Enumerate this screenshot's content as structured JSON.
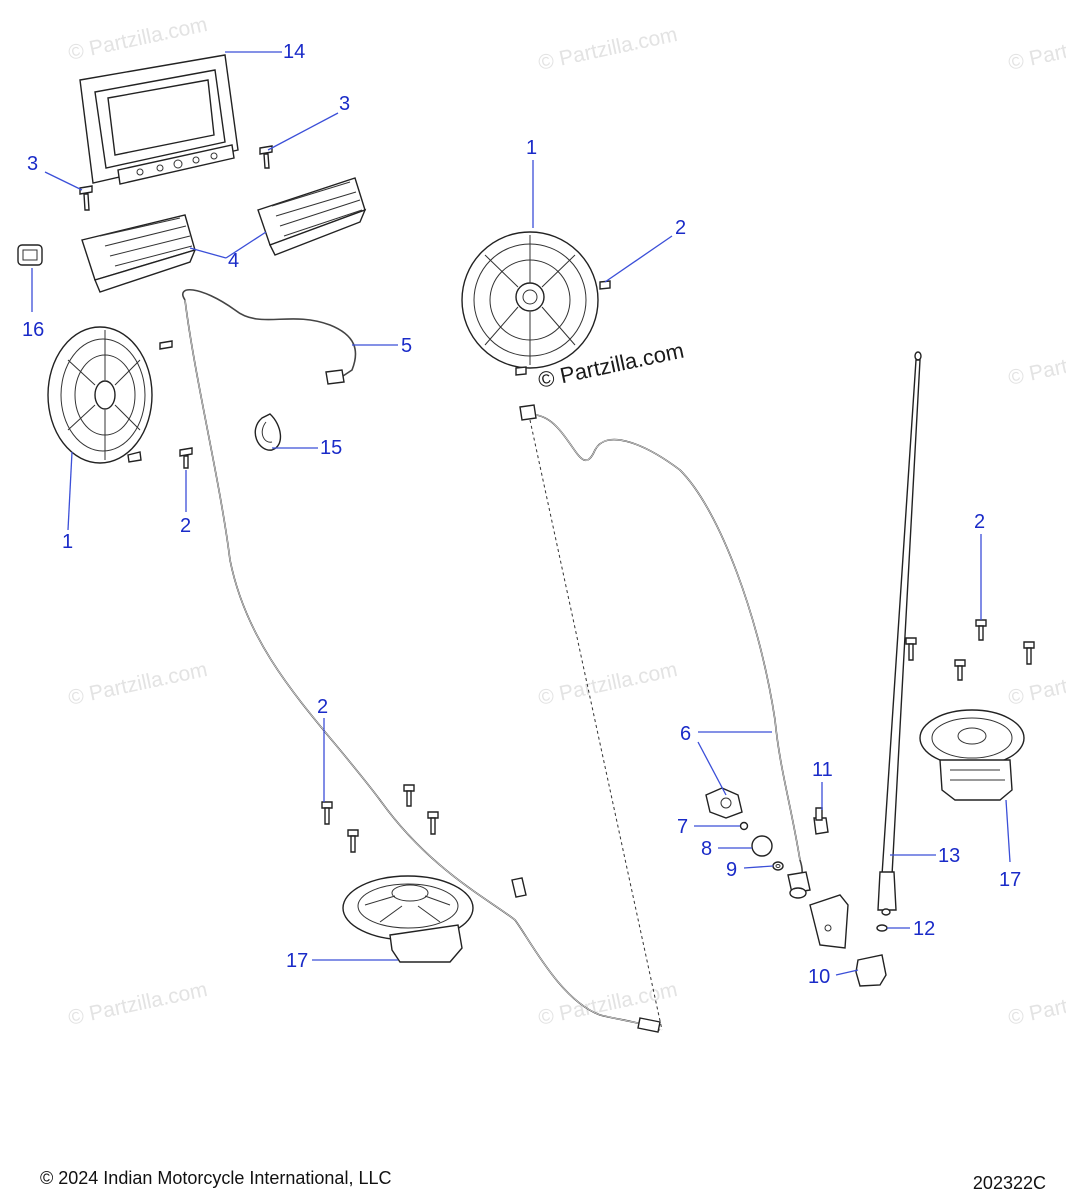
{
  "watermark": {
    "text": "© Partzilla.com"
  },
  "callouts": {
    "c1a": "1",
    "c1b": "1",
    "c2a": "2",
    "c2b": "2",
    "c2c": "2",
    "c2d": "2",
    "c3a": "3",
    "c3b": "3",
    "c4": "4",
    "c5": "5",
    "c6": "6",
    "c7": "7",
    "c8": "8",
    "c9": "9",
    "c10": "10",
    "c11": "11",
    "c12": "12",
    "c13": "13",
    "c14": "14",
    "c15": "15",
    "c16": "16",
    "c17a": "17",
    "c17b": "17"
  },
  "footer": {
    "copyright": "© 2024 Indian Motorcycle International, LLC",
    "diagram_id": "202322C"
  },
  "colors": {
    "callout": "#1a2bc8",
    "line_art": "#222222",
    "watermark": "#e3e3e3"
  }
}
